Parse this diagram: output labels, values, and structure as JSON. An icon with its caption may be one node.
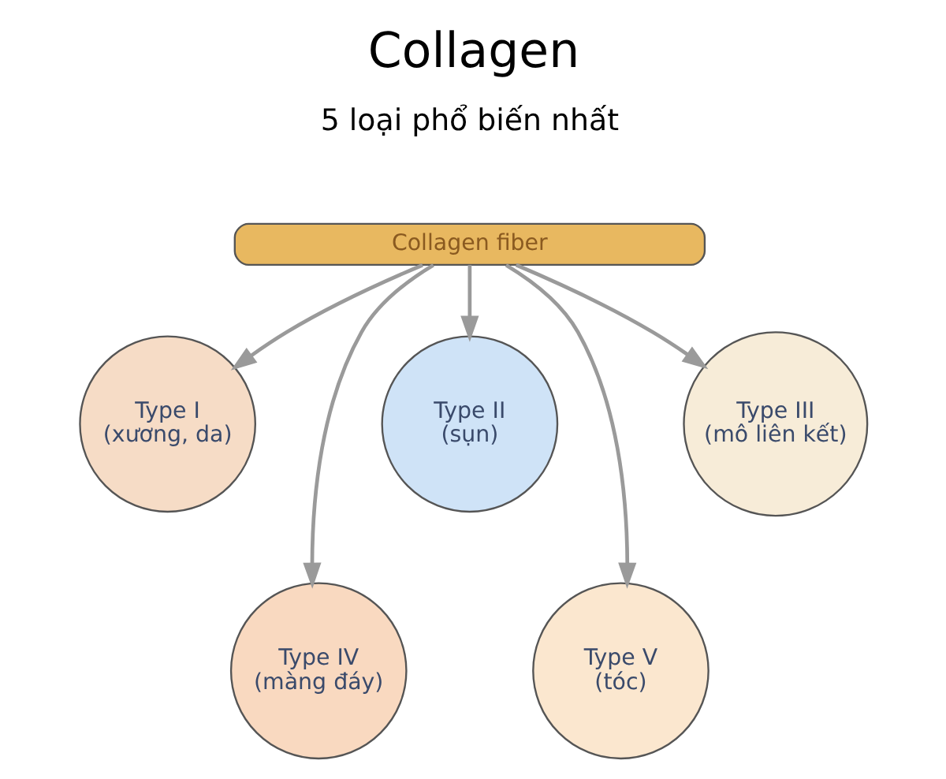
{
  "diagram": {
    "title": "Collagen",
    "nodes": [
      {
        "text": [
          "Collagen fiber"
        ]
      },
      {
        "text": [
          "Type I",
          "(xương, da)"
        ]
      },
      {
        "text": [
          "Type II",
          "(sụn)"
        ]
      },
      {
        "text": [
          "Type III",
          "(mô liên kết)"
        ]
      },
      {
        "text": [
          "Type IV",
          "(màng đáy)"
        ]
      },
      {
        "text": [
          "Type V",
          "(tóc)"
        ]
      }
    ],
    "edges": [
      {
        "from": 0,
        "to": 1,
        "arrow": "to"
      },
      {
        "from": 0,
        "to": 4,
        "arrow": "to"
      },
      {
        "from": 0,
        "to": 2,
        "arrow": "to"
      },
      {
        "from": 0,
        "to": 5,
        "arrow": "to"
      },
      {
        "from": 0,
        "to": 3,
        "arrow": "to"
      }
    ],
    "labels": [
      "5 loại phổ biến nhất"
    ]
  }
}
